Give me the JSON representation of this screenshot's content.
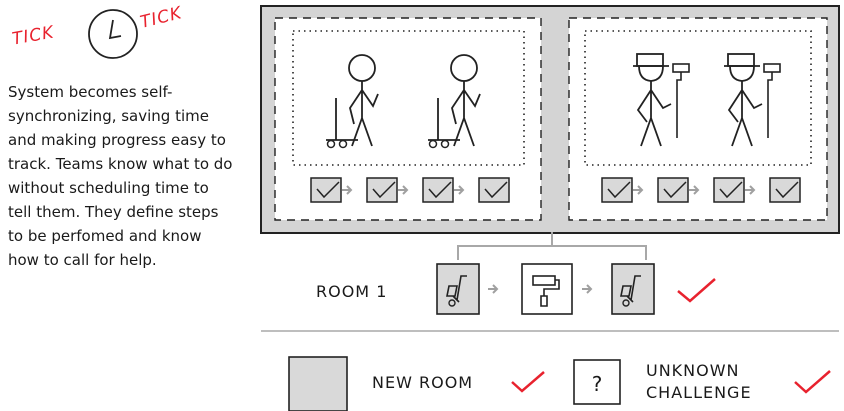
{
  "header": {
    "tick_left": "TICK",
    "tick_right": "TICK"
  },
  "description": "System becomes self-synchronizing, saving time and making progress easy to track. Teams know what to do without scheduling time to tell them. They define steps to be perfomed and know how to call for help.",
  "process": {
    "room_label": "ROOM 1"
  },
  "legend": {
    "new_room_label": "NEW ROOM",
    "unknown_mark": "?",
    "unknown_label_line1": "UNKNOWN",
    "unknown_label_line2": "CHALLENGE"
  },
  "colors": {
    "tick_red": "#e8222e",
    "panel_gray": "#d4d4d4",
    "box_gray": "#d9d9d9",
    "line_gray": "#a8a8a8"
  },
  "icons": [
    "clock-icon",
    "mover-figure",
    "painter-figure",
    "hand-truck-icon",
    "paint-roller-icon",
    "checkmark-icon",
    "arrow-icon"
  ]
}
